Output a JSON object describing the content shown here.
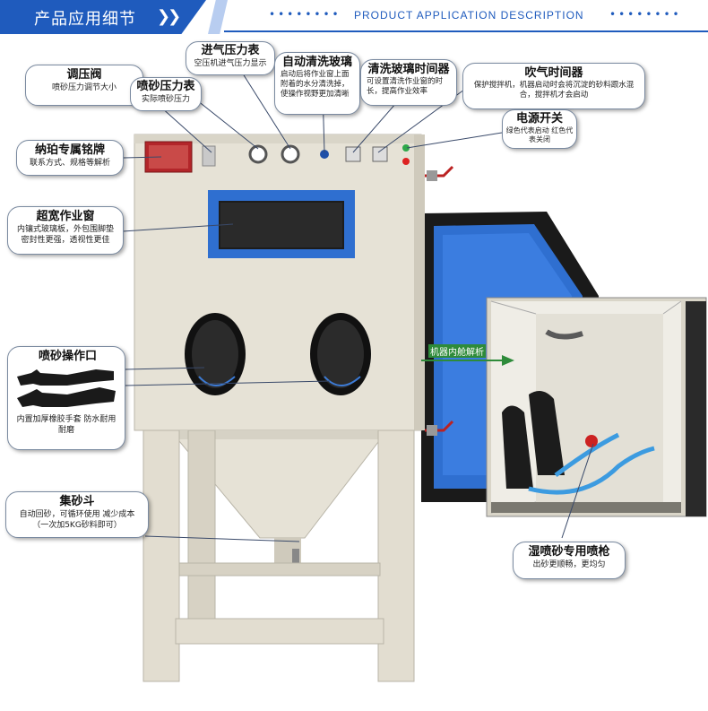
{
  "header": {
    "title": "产品应用细节",
    "chevrons": "❯❯",
    "dots": "••••••••",
    "subtitle_en": "PRODUCT APPLICATION DESCRIPTION"
  },
  "callouts": {
    "pressure_valve": {
      "title": "调压阀",
      "desc": "喷砂压力调节大小"
    },
    "sand_gauge": {
      "title": "喷砂压力表",
      "desc": "实际喷砂压力"
    },
    "inlet_gauge": {
      "title": "进气压力表",
      "desc": "空压机进气压力显示"
    },
    "auto_wash": {
      "title": "自动清洗玻璃",
      "desc": "启动后将作业窗上面附着的水分清洗掉，使操作视野更加清晰"
    },
    "wash_timer": {
      "title": "清洗玻璃时间器",
      "desc": "可设置清洗作业窗的时长，提高作业效率"
    },
    "blow_timer": {
      "title": "吹气时间器",
      "desc": "保护搅拌机，机器启动时会将沉淀的砂料跟水混合，搅拌机才会启动"
    },
    "power_switch": {
      "title": "电源开关",
      "desc": "绿色代表启动 红色代表关闭"
    },
    "nameplate": {
      "title": "纳珀专属铭牌",
      "desc": "联系方式、规格等解析"
    },
    "window": {
      "title": "超宽作业窗",
      "desc": "内镶式玻璃板，外包围脚垫密封性更强，透视性更佳"
    },
    "gloves_port": {
      "title": "喷砂操作口",
      "desc": "内置加厚橡胶手套 防水耐用耐磨"
    },
    "hopper": {
      "title": "集砂斗",
      "desc": "自动回砂，可循环使用 减少成本（一次加5KG砂料即可）"
    },
    "wet_gun": {
      "title": "湿喷砂专用喷枪",
      "desc": "出砂更顺畅，更均匀"
    }
  },
  "inner_view_label": "机器内舱解析",
  "colors": {
    "brand_blue": "#1f5bbd",
    "cabinet": "#e6e2d6",
    "window_frame": "#2f6fd0",
    "arrow_green": "#2e8b3a"
  }
}
